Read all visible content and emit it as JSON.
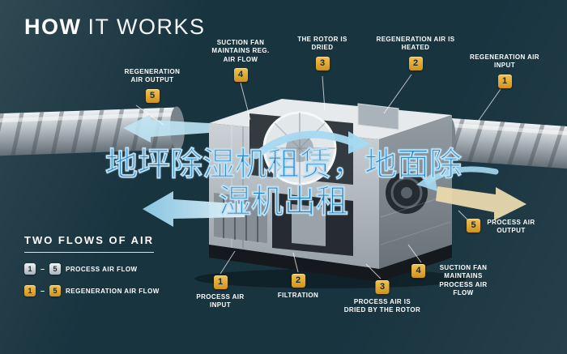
{
  "title": {
    "how": "HOW",
    "rest": "IT WORKS"
  },
  "overlay": {
    "line1": "地坪除湿机租赁，地面除",
    "line2": "湿机出租"
  },
  "callouts_top": [
    {
      "num": "5",
      "label": "REGENERATION AIR OUTPUT"
    },
    {
      "num": "4",
      "label": "SUCTION FAN MAINTAINS REG. AIR FLOW"
    },
    {
      "num": "3",
      "label": "THE ROTOR IS DRIED"
    },
    {
      "num": "2",
      "label": "REGENERATION AIR IS HEATED"
    },
    {
      "num": "1",
      "label": "REGENERATION AIR INPUT"
    }
  ],
  "callouts_bottom": [
    {
      "num": "1",
      "label": "PROCESS AIR INPUT"
    },
    {
      "num": "2",
      "label": "FILTRATION"
    },
    {
      "num": "3",
      "label": "PROCESS AIR IS DRIED BY THE ROTOR"
    },
    {
      "num": "4",
      "label": "SUCTION FAN MAINTAINS PROCESS AIR FLOW"
    },
    {
      "num": "5",
      "label": "PROCESS AIR OUTPUT"
    }
  ],
  "legend": {
    "heading": "TWO FLOWS OF AIR",
    "separator": "–",
    "rows": [
      {
        "from": "1",
        "to": "5",
        "label": "PROCESS AIR FLOW"
      },
      {
        "from": "1",
        "to": "5",
        "label": "REGENERATION AIR FLOW"
      }
    ]
  },
  "colors": {
    "background": "#18343F",
    "badge_gold": "#E0A22E",
    "text_white": "#FFFFFF",
    "overlay_blue": "#1D7FC4",
    "arrow_blue": "#A5D9F1",
    "arrow_tan": "#EAD9AD"
  }
}
